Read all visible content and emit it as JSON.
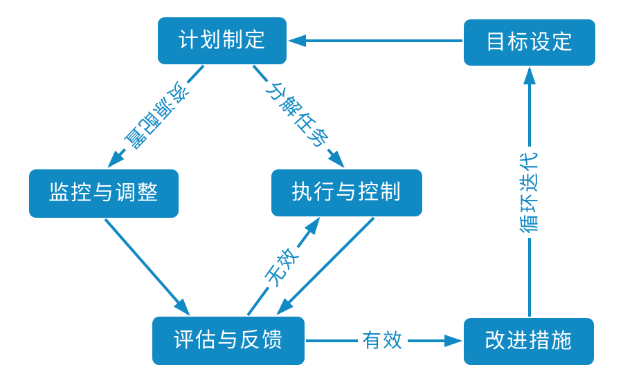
{
  "diagram": {
    "type": "flowchart",
    "accent_color": "#1189c3",
    "background_color": "#ffffff",
    "nodes": [
      {
        "id": "plan",
        "label": "计划制定"
      },
      {
        "id": "goal",
        "label": "目标设定"
      },
      {
        "id": "monitor",
        "label": "监控与调整"
      },
      {
        "id": "execute",
        "label": "执行与控制"
      },
      {
        "id": "evaluate",
        "label": "评估与反馈"
      },
      {
        "id": "improve",
        "label": "改进措施"
      }
    ],
    "edges": [
      {
        "from": "目标设定",
        "to": "计划制定",
        "label": ""
      },
      {
        "from": "计划制定",
        "to": "监控与调整",
        "label": "资源配置"
      },
      {
        "from": "计划制定",
        "to": "执行与控制",
        "label": "分解任务"
      },
      {
        "from": "监控与调整",
        "to": "评估与反馈",
        "label": ""
      },
      {
        "from": "评估与反馈",
        "to": "执行与控制",
        "label": "无效"
      },
      {
        "from": "执行与控制",
        "to": "评估与反馈",
        "label": ""
      },
      {
        "from": "评估与反馈",
        "to": "改进措施",
        "label": "有效"
      },
      {
        "from": "改进措施",
        "to": "目标设定",
        "label": "循环迭代"
      }
    ]
  }
}
